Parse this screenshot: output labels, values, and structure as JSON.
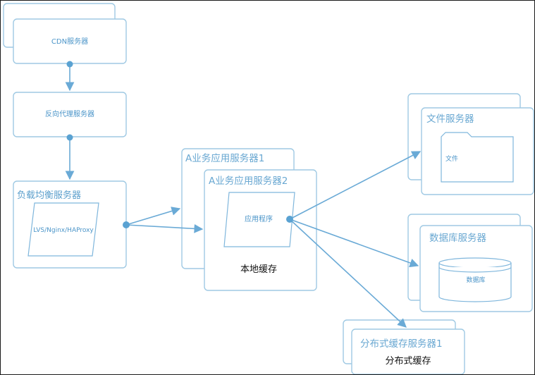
{
  "nodes": {
    "cdn": {
      "label": "CDN服务器"
    },
    "reverse_proxy": {
      "label": "反向代理服务器"
    },
    "load_balancer": {
      "label": "负载均衡服务器",
      "shape_label": "LVS/Nginx/HAProxy"
    },
    "app_server_1": {
      "label": "A业务应用服务器1"
    },
    "app_server_2": {
      "label": "A业务应用服务器2",
      "program_label": "应用程序",
      "cache_label": "本地缓存"
    },
    "file_server": {
      "label": "文件服务器",
      "folder_label": "文件"
    },
    "db_server": {
      "label": "数据库服务器",
      "db_label": "数据库"
    },
    "cache_server": {
      "label": "分布式缓存服务器1",
      "cache_label": "分布式缓存"
    }
  },
  "colors": {
    "box_border": "#9fc9e3",
    "connector": "#6aaad6",
    "label_blue": "#5b9fcc",
    "label_black": "#111111"
  }
}
